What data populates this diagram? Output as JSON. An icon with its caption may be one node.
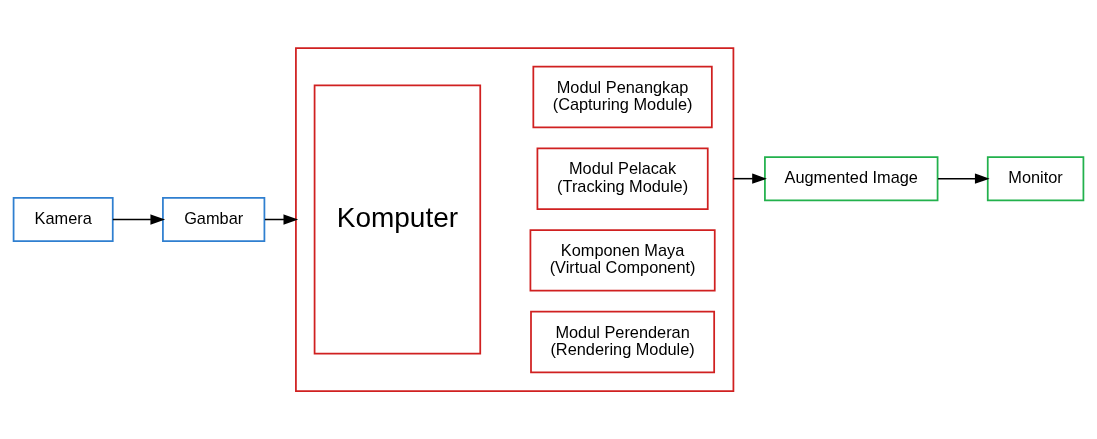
{
  "diagram": {
    "nodes": [
      {
        "text": [
          "Kamera"
        ]
      },
      {
        "text": [
          "Gambar"
        ]
      },
      {
        "text": [],
        "shape": "box"
      },
      {
        "text": [
          "Komputer"
        ],
        "in": 2
      },
      {
        "text": [
          "Modul Penangkap",
          "(Capturing Module)"
        ],
        "in": 2
      },
      {
        "text": [
          "Modul Pelacak",
          "(Tracking Module)"
        ],
        "in": 2
      },
      {
        "text": [
          "Komponen Maya",
          "(Virtual Component)"
        ],
        "in": 2
      },
      {
        "text": [
          "Modul Perenderan",
          "(Rendering Module)"
        ],
        "in": 2
      },
      {
        "text": [
          "Augmented Image"
        ]
      },
      {
        "text": [
          "Monitor"
        ]
      }
    ],
    "edges": [
      {
        "from": 0,
        "to": 1,
        "arrow": "to"
      },
      {
        "from": 1,
        "to": 2,
        "arrow": "to"
      },
      {
        "from": 2,
        "to": 8,
        "arrow": "to"
      },
      {
        "from": 8,
        "to": 9,
        "arrow": "to"
      }
    ]
  }
}
